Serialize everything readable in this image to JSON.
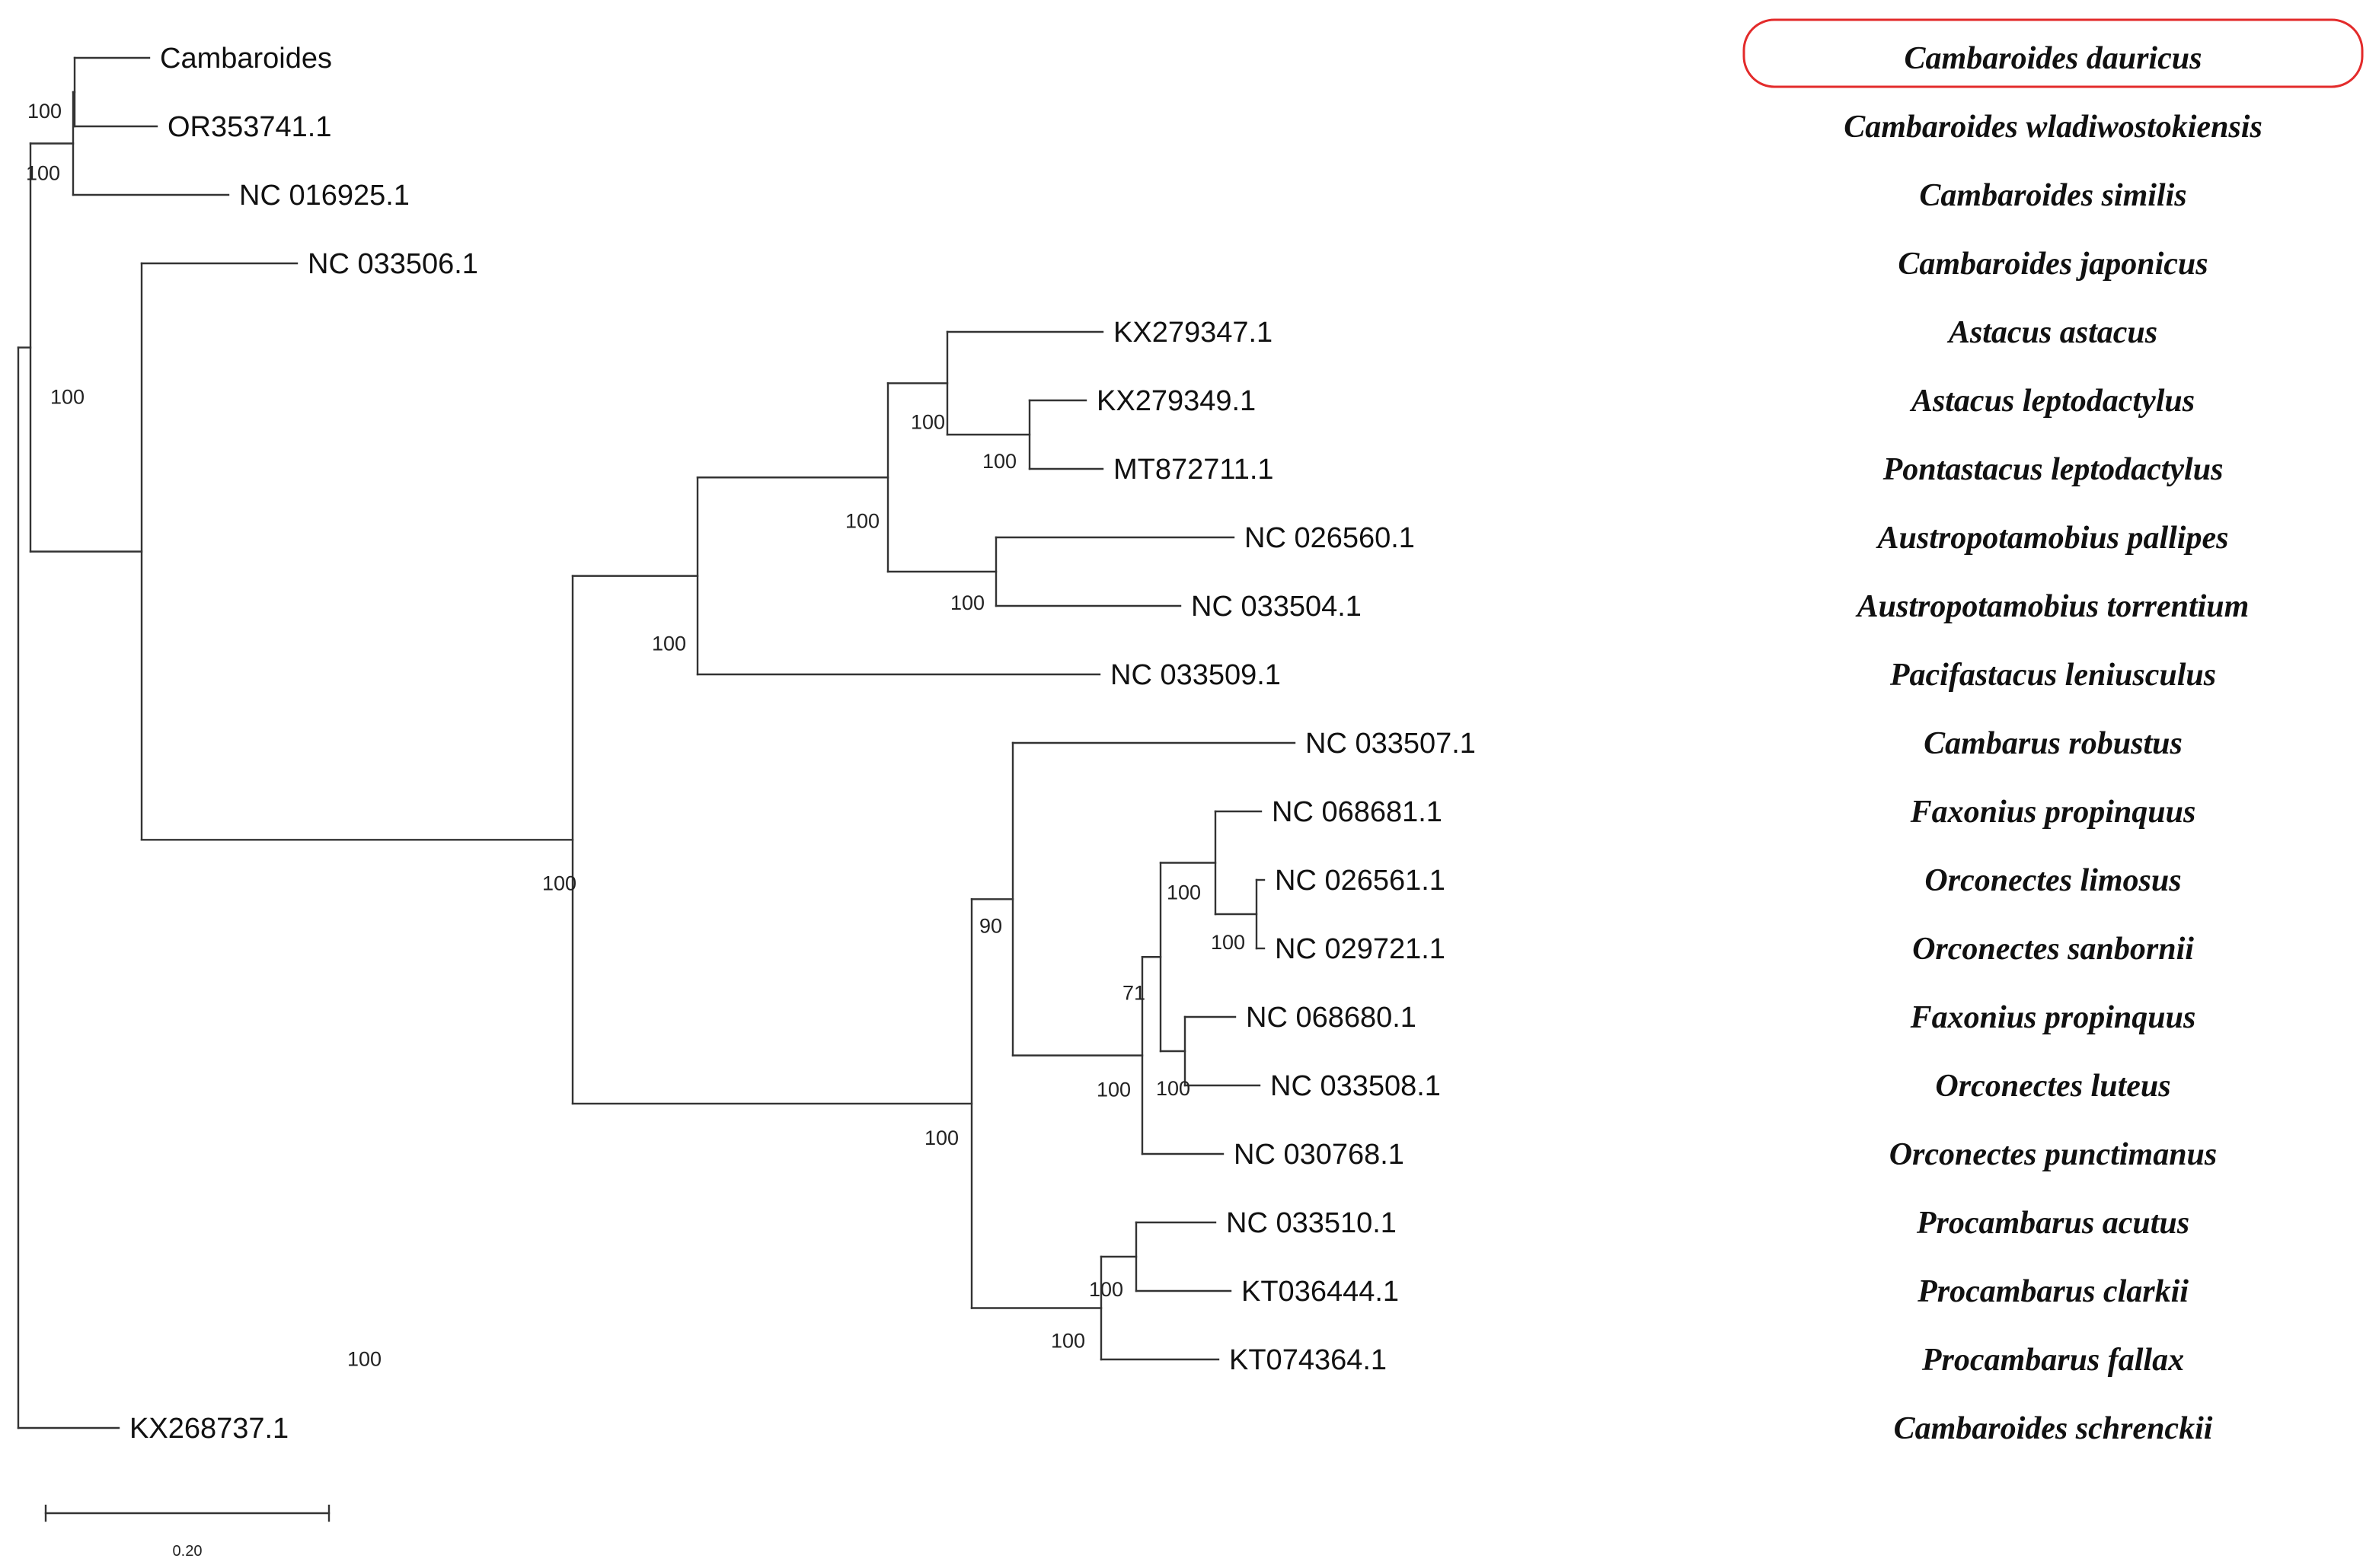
{
  "tree": {
    "leaves": [
      {
        "id": "l0",
        "accession": "Cambaroides",
        "species": "Cambaroides dauricus"
      },
      {
        "id": "l1",
        "accession": "OR353741.1",
        "species": "Cambaroides wladiwostokiensis"
      },
      {
        "id": "l2",
        "accession": "NC 016925.1",
        "species": "Cambaroides similis"
      },
      {
        "id": "l3",
        "accession": "NC 033506.1",
        "species": "Cambaroides japonicus"
      },
      {
        "id": "l4",
        "accession": "KX279347.1",
        "species": "Astacus astacus"
      },
      {
        "id": "l5",
        "accession": "KX279349.1",
        "species": "Astacus leptodactylus"
      },
      {
        "id": "l6",
        "accession": "MT872711.1",
        "species": "Pontastacus leptodactylus"
      },
      {
        "id": "l7",
        "accession": "NC 026560.1",
        "species": "Austropotamobius pallipes"
      },
      {
        "id": "l8",
        "accession": "NC 033504.1",
        "species": "Austropotamobius torrentium"
      },
      {
        "id": "l9",
        "accession": "NC 033509.1",
        "species": "Pacifastacus leniusculus"
      },
      {
        "id": "l10",
        "accession": "NC 033507.1",
        "species": "Cambarus robustus"
      },
      {
        "id": "l11",
        "accession": "NC 068681.1",
        "species": "Faxonius propinquus"
      },
      {
        "id": "l12",
        "accession": "NC 026561.1",
        "species": "Orconectes limosus"
      },
      {
        "id": "l13",
        "accession": "NC 029721.1",
        "species": "Orconectes sanbornii"
      },
      {
        "id": "l14",
        "accession": "NC 068680.1",
        "species": "Faxonius propinquus"
      },
      {
        "id": "l15",
        "accession": "NC 033508.1",
        "species": "Orconectes luteus"
      },
      {
        "id": "l16",
        "accession": "NC 030768.1",
        "species": "Orconectes punctimanus"
      },
      {
        "id": "l17",
        "accession": "NC 033510.1",
        "species": "Procambarus acutus"
      },
      {
        "id": "l18",
        "accession": "KT036444.1",
        "species": "Procambarus clarkii"
      },
      {
        "id": "l19",
        "accession": "KT074364.1",
        "species": "Procambarus fallax"
      },
      {
        "id": "l20",
        "accession": "KX268737.1",
        "species": "Cambaroides schrenckii"
      }
    ],
    "nodes": [
      {
        "id": "nA",
        "support": "100",
        "children": [
          "l0",
          "l1"
        ]
      },
      {
        "id": "nB",
        "support": "100",
        "children": [
          "nA",
          "l2"
        ]
      },
      {
        "id": "nC",
        "support": "100",
        "children": [
          "nB",
          "nD"
        ]
      },
      {
        "id": "nD",
        "support": "100",
        "children": [
          "l3",
          "nE"
        ]
      },
      {
        "id": "nE",
        "support": "100",
        "children": [
          "nF",
          "nK"
        ]
      },
      {
        "id": "nF",
        "support": "100",
        "children": [
          "nG",
          "l9"
        ]
      },
      {
        "id": "nG",
        "support": "100",
        "children": [
          "nH",
          "nJ"
        ]
      },
      {
        "id": "nH",
        "support": "100",
        "children": [
          "l4",
          "nI"
        ]
      },
      {
        "id": "nI",
        "support": "100",
        "children": [
          "l5",
          "l6"
        ]
      },
      {
        "id": "nJ",
        "support": "100",
        "children": [
          "l7",
          "l8"
        ]
      },
      {
        "id": "nK",
        "support": "100",
        "children": [
          "nL",
          "nR"
        ]
      },
      {
        "id": "nL",
        "support": "90",
        "children": [
          "l10",
          "nM"
        ]
      },
      {
        "id": "nM",
        "support": "100",
        "children": [
          "nN",
          "l16"
        ]
      },
      {
        "id": "nN",
        "support": "71",
        "children": [
          "nO",
          "nQ"
        ]
      },
      {
        "id": "nO",
        "support": "100",
        "children": [
          "l11",
          "nP"
        ]
      },
      {
        "id": "nP",
        "support": "100",
        "children": [
          "l12",
          "l13"
        ]
      },
      {
        "id": "nQ",
        "support": "100",
        "children": [
          "l14",
          "l15"
        ]
      },
      {
        "id": "nR",
        "support": "100",
        "children": [
          "nS",
          "l19"
        ]
      },
      {
        "id": "nS",
        "support": "100",
        "children": [
          "l17",
          "l18"
        ]
      },
      {
        "id": "root",
        "support": "",
        "children": [
          "nC",
          "l20"
        ]
      }
    ],
    "highlighted_species": "Cambaroides dauricus",
    "highlight_color": "#e32b2b",
    "branch_color": "#333333"
  },
  "scale_bar": {
    "label": "0.20",
    "value": 0.2
  }
}
